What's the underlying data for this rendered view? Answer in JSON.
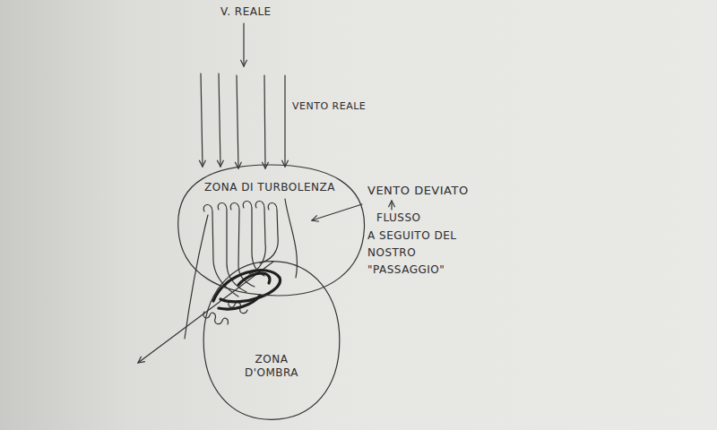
{
  "diagram": {
    "nodes": [
      {
        "text": [
          "ZONA DI TURBOLENZA"
        ]
      },
      {
        "text": [
          "ZONA D'OMBRA"
        ]
      }
    ],
    "labels": [
      "V. REALE",
      "VENTO REALE",
      "VENTO DEVIATO",
      "FLUSSO",
      "A SEGUITO DEL NOSTRO \"PASSAGGIO\""
    ]
  }
}
